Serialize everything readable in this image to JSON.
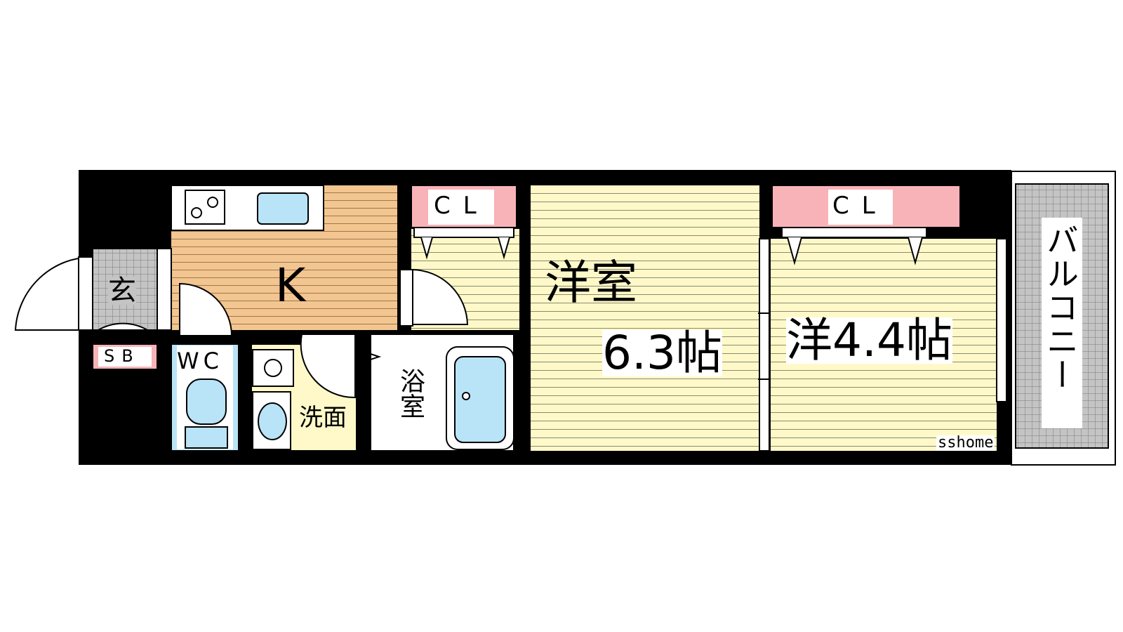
{
  "rooms": {
    "kitchen": "K",
    "western_room": "洋室",
    "western_room_size": "6.3帖",
    "western_room_2": "洋4.4帖",
    "closet_1": "CL",
    "closet_2": "CL",
    "entrance": "玄",
    "shoe_box": "SB",
    "toilet": "WC",
    "washroom": "洗面",
    "bathroom": "浴室",
    "balcony": "バルコニー"
  },
  "watermark": "sshome",
  "colors": {
    "wall": "#000000",
    "kitchen_floor": "#f3c590",
    "room_floor": "#fff9c9",
    "closet": "#f8b3b8",
    "fixture": "#b9e3f7",
    "tile": "#b7b7b7"
  }
}
